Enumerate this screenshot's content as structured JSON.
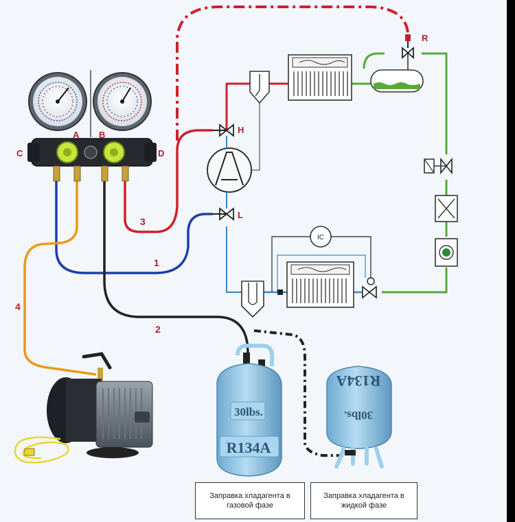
{
  "labels": {
    "A": "A",
    "B": "B",
    "C": "C",
    "D": "D",
    "H": "H",
    "L": "L",
    "R": "R",
    "ic": "IC"
  },
  "hoses": {
    "h1": "1",
    "h2": "2",
    "h3": "3",
    "h4": "4"
  },
  "tanks": {
    "gas_weight": "30lbs.",
    "gas_name": "R134A",
    "liq_weight": "30lbs.",
    "liq_name": "R134A"
  },
  "captions": {
    "gas_phase": "Заправка хладагента в газовой фазе",
    "liquid_phase": "Заправка хладагента в жидкой фазе"
  },
  "colors": {
    "high_pressure": "#d0202e",
    "low_pressure": "#1f3fa6",
    "liquid_line": "#5aa73a",
    "charge_hose": "#222222",
    "vacuum_hose": "#e89a1a",
    "tank": "#8fc3e3",
    "label": "#b01f2c"
  }
}
